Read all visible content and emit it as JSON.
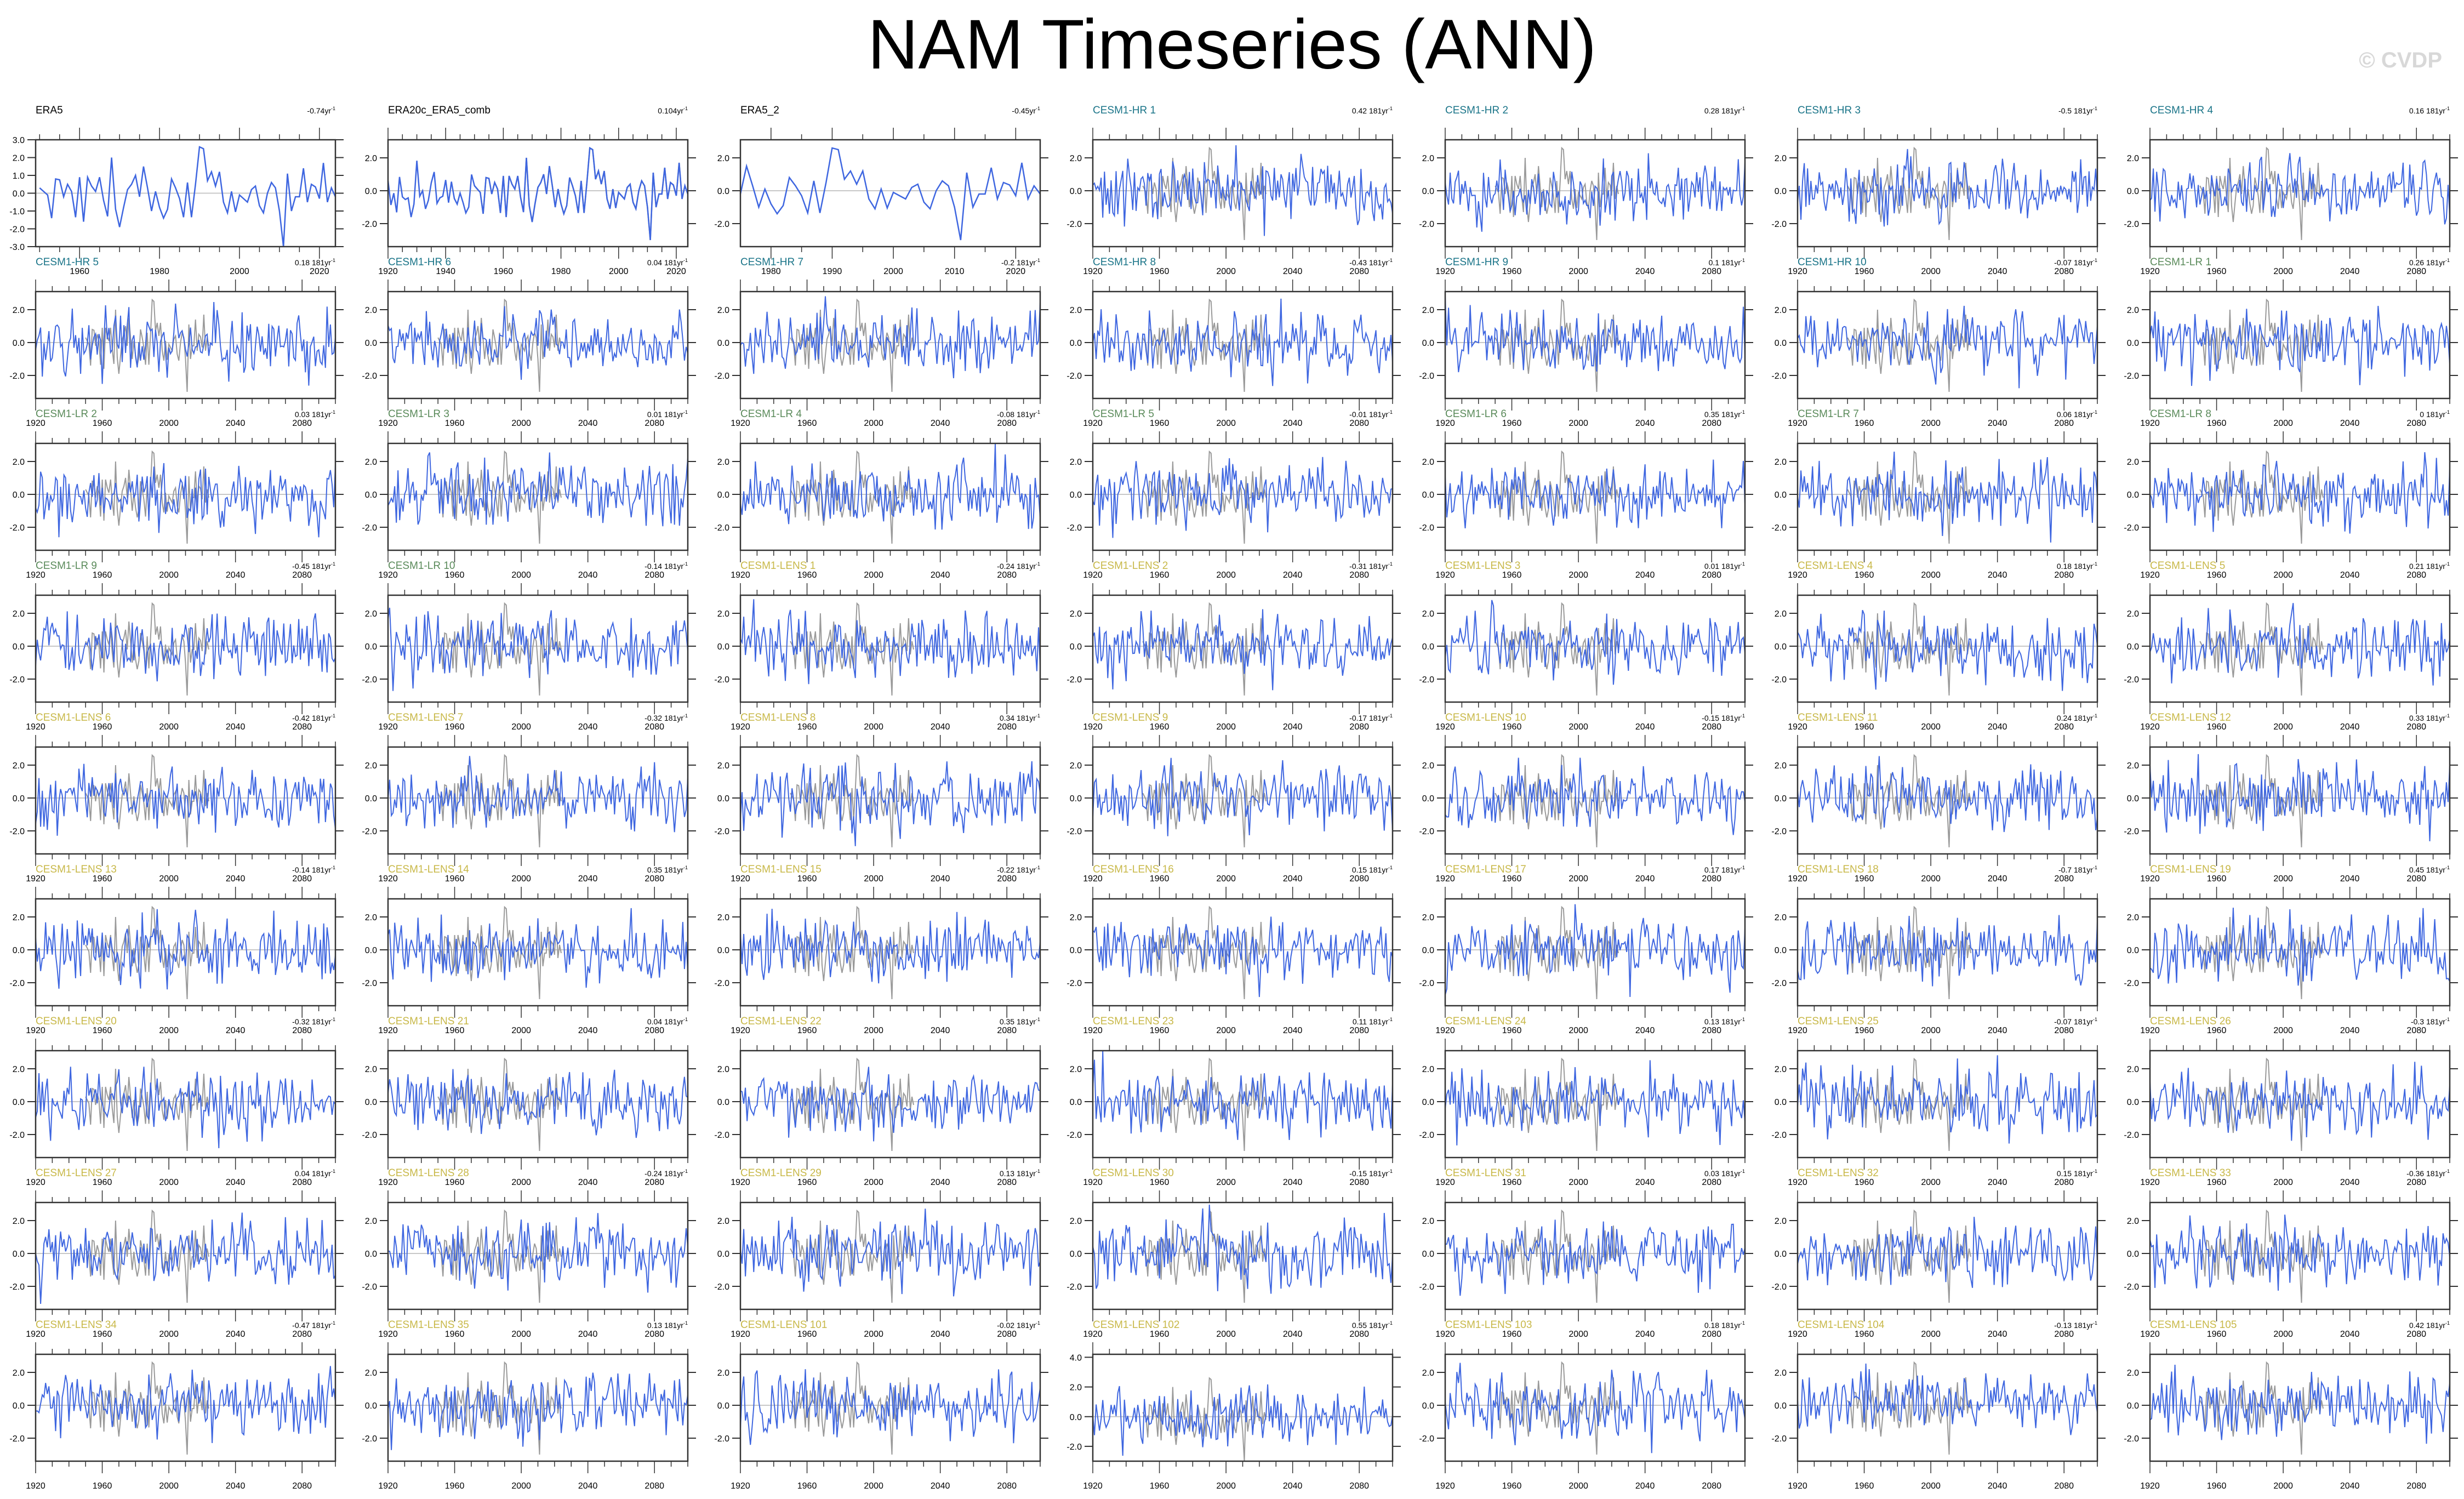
{
  "page": {
    "title": "NAM Timeseries (ANN)",
    "watermark": "© CVDP"
  },
  "colors": {
    "sim": "#3e66e0",
    "obs": "#9a9a9a",
    "obs_title": "#000000",
    "hr_title": "#1a7488",
    "lr_title": "#5a8a5a",
    "lens_title": "#c8b848",
    "zero": "#c8c8c8"
  },
  "chart_data": {
    "type": "line",
    "title": "NAM Timeseries (ANN)",
    "trend_unit_suffix": "yr",
    "obs_series": {
      "name": "ERA5",
      "x_start": 1950,
      "values": [
        0.3,
        0.1,
        -0.1,
        -1.4,
        0.8,
        0.75,
        -0.2,
        0.5,
        0.1,
        -1.35,
        0.9,
        -1.6,
        0.9,
        0.4,
        0.1,
        0.9,
        -0.4,
        -1.3,
        2.0,
        -0.9,
        -1.9,
        -0.8,
        0.2,
        0.5,
        1.0,
        -0.2,
        1.5,
        0.3,
        -1.0,
        0.1,
        -0.8,
        -1.4,
        -0.9,
        0.8,
        0.3,
        -0.3,
        -1.35,
        0.6,
        -1.35,
        0.5,
        2.6,
        2.5,
        0.7,
        1.2,
        0.4,
        1.2,
        -0.5,
        -1.1,
        0.1,
        -1.05,
        -0.1,
        -0.3,
        -0.5,
        0.2,
        0.4,
        -0.7,
        -1.1,
        0.0,
        0.6,
        0.3,
        -1.0,
        -3.0,
        1.1,
        -1.0,
        -0.2,
        -0.2,
        1.4,
        -0.5,
        0.5,
        0.35,
        -0.3,
        1.7,
        -0.5,
        0.3,
        -0.2
      ]
    },
    "panels": [
      {
        "name": "ERA5",
        "trend": "-0.74yr",
        "kind": "obs",
        "xlim": [
          1949,
          2024
        ],
        "xticks": [
          1960,
          1980,
          2000,
          2020
        ],
        "ylim": [
          -3,
          3
        ],
        "yticks": [
          "-3.0",
          "-2.0",
          "-1.0",
          "0.0",
          "1.0",
          "2.0",
          "3.0"
        ]
      },
      {
        "name": "ERA20c_ERA5_comb",
        "trend": "0.104yr",
        "kind": "obs",
        "xlim": [
          1920,
          2024
        ],
        "xticks": [
          1920,
          1940,
          1960,
          1980,
          2000,
          2020
        ],
        "ylim": [
          -3.4,
          3.1
        ],
        "yticks": [
          "-2.0",
          "0.0",
          "2.0"
        ]
      },
      {
        "name": "ERA5_2",
        "trend": "-0.45yr",
        "kind": "obs",
        "xlim": [
          1975,
          2024
        ],
        "xticks": [
          1980,
          1990,
          2000,
          2010,
          2020
        ],
        "ylim": [
          -3.4,
          3.1
        ],
        "yticks": [
          "-2.0",
          "0.0",
          "2.0"
        ]
      },
      {
        "name": "CESM1-HR 1",
        "trend": "0.42 181yr",
        "kind": "hr"
      },
      {
        "name": "CESM1-HR 2",
        "trend": "0.28 181yr",
        "kind": "hr"
      },
      {
        "name": "CESM1-HR 3",
        "trend": "-0.5 181yr",
        "kind": "hr"
      },
      {
        "name": "CESM1-HR 4",
        "trend": "0.16 181yr",
        "kind": "hr"
      },
      {
        "name": "CESM1-HR 5",
        "trend": "0.18 181yr",
        "kind": "hr"
      },
      {
        "name": "CESM1-HR 6",
        "trend": "0.04 181yr",
        "kind": "hr"
      },
      {
        "name": "CESM1-HR 7",
        "trend": "-0.2 181yr",
        "kind": "hr"
      },
      {
        "name": "CESM1-HR 8",
        "trend": "-0.43 181yr",
        "kind": "hr"
      },
      {
        "name": "CESM1-HR 9",
        "trend": "0.1 181yr",
        "kind": "hr"
      },
      {
        "name": "CESM1-HR 10",
        "trend": "-0.07 181yr",
        "kind": "hr"
      },
      {
        "name": "CESM1-LR 1",
        "trend": "0.26 181yr",
        "kind": "lr"
      },
      {
        "name": "CESM1-LR 2",
        "trend": "0.03 181yr",
        "kind": "lr"
      },
      {
        "name": "CESM1-LR 3",
        "trend": "0.01 181yr",
        "kind": "lr"
      },
      {
        "name": "CESM1-LR 4",
        "trend": "-0.08 181yr",
        "kind": "lr"
      },
      {
        "name": "CESM1-LR 5",
        "trend": "-0.01 181yr",
        "kind": "lr"
      },
      {
        "name": "CESM1-LR 6",
        "trend": "0.35 181yr",
        "kind": "lr"
      },
      {
        "name": "CESM1-LR 7",
        "trend": "0.06 181yr",
        "kind": "lr"
      },
      {
        "name": "CESM1-LR 8",
        "trend": "0 181yr",
        "kind": "lr"
      },
      {
        "name": "CESM1-LR 9",
        "trend": "-0.45 181yr",
        "kind": "lr"
      },
      {
        "name": "CESM1-LR 10",
        "trend": "-0.14 181yr",
        "kind": "lr"
      },
      {
        "name": "CESM1-LENS 1",
        "trend": "-0.24 181yr",
        "kind": "lens"
      },
      {
        "name": "CESM1-LENS 2",
        "trend": "-0.31 181yr",
        "kind": "lens"
      },
      {
        "name": "CESM1-LENS 3",
        "trend": "0.01 181yr",
        "kind": "lens"
      },
      {
        "name": "CESM1-LENS 4",
        "trend": "0.18 181yr",
        "kind": "lens"
      },
      {
        "name": "CESM1-LENS 5",
        "trend": "0.21 181yr",
        "kind": "lens"
      },
      {
        "name": "CESM1-LENS 6",
        "trend": "-0.42 181yr",
        "kind": "lens"
      },
      {
        "name": "CESM1-LENS 7",
        "trend": "-0.32 181yr",
        "kind": "lens"
      },
      {
        "name": "CESM1-LENS 8",
        "trend": "0.34 181yr",
        "kind": "lens"
      },
      {
        "name": "CESM1-LENS 9",
        "trend": "-0.17 181yr",
        "kind": "lens"
      },
      {
        "name": "CESM1-LENS 10",
        "trend": "-0.15 181yr",
        "kind": "lens"
      },
      {
        "name": "CESM1-LENS 11",
        "trend": "0.24 181yr",
        "kind": "lens"
      },
      {
        "name": "CESM1-LENS 12",
        "trend": "0.33 181yr",
        "kind": "lens"
      },
      {
        "name": "CESM1-LENS 13",
        "trend": "-0.14 181yr",
        "kind": "lens"
      },
      {
        "name": "CESM1-LENS 14",
        "trend": "0.35 181yr",
        "kind": "lens"
      },
      {
        "name": "CESM1-LENS 15",
        "trend": "-0.22 181yr",
        "kind": "lens"
      },
      {
        "name": "CESM1-LENS 16",
        "trend": "0.15 181yr",
        "kind": "lens"
      },
      {
        "name": "CESM1-LENS 17",
        "trend": "0.17 181yr",
        "kind": "lens"
      },
      {
        "name": "CESM1-LENS 18",
        "trend": "-0.7 181yr",
        "kind": "lens"
      },
      {
        "name": "CESM1-LENS 19",
        "trend": "0.45 181yr",
        "kind": "lens"
      },
      {
        "name": "CESM1-LENS 20",
        "trend": "-0.32 181yr",
        "kind": "lens"
      },
      {
        "name": "CESM1-LENS 21",
        "trend": "0.04 181yr",
        "kind": "lens"
      },
      {
        "name": "CESM1-LENS 22",
        "trend": "0.35 181yr",
        "kind": "lens"
      },
      {
        "name": "CESM1-LENS 23",
        "trend": "0.11 181yr",
        "kind": "lens"
      },
      {
        "name": "CESM1-LENS 24",
        "trend": "0.13 181yr",
        "kind": "lens"
      },
      {
        "name": "CESM1-LENS 25",
        "trend": "-0.07 181yr",
        "kind": "lens"
      },
      {
        "name": "CESM1-LENS 26",
        "trend": "-0.3 181yr",
        "kind": "lens"
      },
      {
        "name": "CESM1-LENS 27",
        "trend": "0.04 181yr",
        "kind": "lens"
      },
      {
        "name": "CESM1-LENS 28",
        "trend": "-0.24 181yr",
        "kind": "lens"
      },
      {
        "name": "CESM1-LENS 29",
        "trend": "0.13 181yr",
        "kind": "lens"
      },
      {
        "name": "CESM1-LENS 30",
        "trend": "-0.15 181yr",
        "kind": "lens"
      },
      {
        "name": "CESM1-LENS 31",
        "trend": "0.03 181yr",
        "kind": "lens"
      },
      {
        "name": "CESM1-LENS 32",
        "trend": "0.15 181yr",
        "kind": "lens"
      },
      {
        "name": "CESM1-LENS 33",
        "trend": "-0.36 181yr",
        "kind": "lens"
      },
      {
        "name": "CESM1-LENS 34",
        "trend": "-0.47 181yr",
        "kind": "lens"
      },
      {
        "name": "CESM1-LENS 35",
        "trend": "0.13 181yr",
        "kind": "lens"
      },
      {
        "name": "CESM1-LENS 101",
        "trend": "-0.02 181yr",
        "kind": "lens"
      },
      {
        "name": "CESM1-LENS 102",
        "trend": "0.55 181yr",
        "kind": "lens",
        "ylim": [
          -3,
          4.2
        ],
        "yticks": [
          "-2.0",
          "0.0",
          "2.0",
          "4.0"
        ]
      },
      {
        "name": "CESM1-LENS 103",
        "trend": "0.18 181yr",
        "kind": "lens"
      },
      {
        "name": "CESM1-LENS 104",
        "trend": "-0.13 181yr",
        "kind": "lens"
      },
      {
        "name": "CESM1-LENS 105",
        "trend": "0.42 181yr",
        "kind": "lens"
      }
    ],
    "model_defaults": {
      "xlim": [
        1920,
        2100
      ],
      "xticks": [
        1920,
        1960,
        2000,
        2040,
        2080
      ],
      "ylim": [
        -3.4,
        3.1
      ],
      "yticks": [
        "-2.0",
        "0.0",
        "2.0"
      ]
    }
  }
}
